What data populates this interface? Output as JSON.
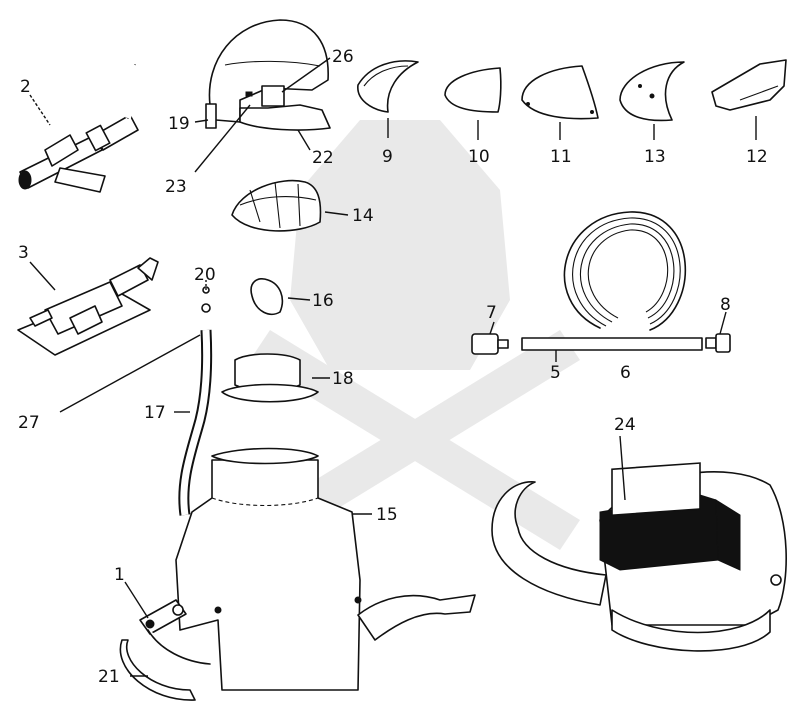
{
  "diagram": {
    "labels": {
      "l1": "1",
      "l2": "2",
      "l3": "3",
      "l5": "5",
      "l6": "6",
      "l7": "7",
      "l8": "8",
      "l9": "9",
      "l10": "10",
      "l11": "11",
      "l12": "12",
      "l13": "13",
      "l14": "14",
      "l15": "15",
      "l16": "16",
      "l17": "17",
      "l18": "18",
      "l19": "19",
      "l20": "20",
      "l21": "21",
      "l22": "22",
      "l23": "23",
      "l24": "24",
      "l26": "26",
      "l27": "27"
    }
  }
}
